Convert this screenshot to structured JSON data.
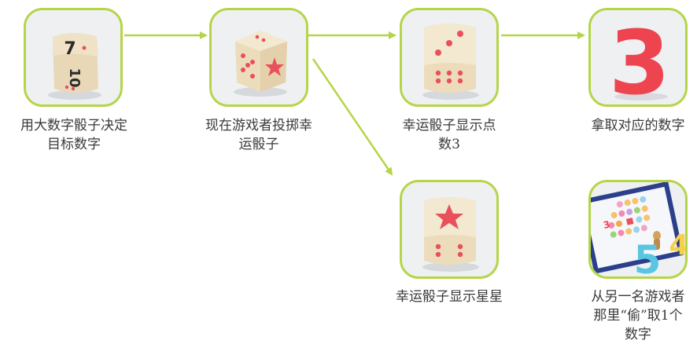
{
  "steps": [
    {
      "id": "big-die",
      "caption": "用大数字骰子决定\n目标数字",
      "die_numbers": [
        "7",
        "10"
      ]
    },
    {
      "id": "lucky-die-throw",
      "caption": "现在游戏者投掷幸\n运骰子"
    },
    {
      "id": "lucky-shows-3",
      "caption": "幸运骰子显示点\n数3"
    },
    {
      "id": "take-number",
      "caption": "拿取对应的数字",
      "number": "3"
    },
    {
      "id": "lucky-shows-star",
      "caption": "幸运骰子显示星星"
    },
    {
      "id": "steal-number",
      "caption": "从另一名游戏者\n那里“偷”取1个\n数字",
      "number": "5"
    }
  ],
  "colors": {
    "tile_border": "#b5d548",
    "arrow": "#b5d548",
    "dot": "#e8505b",
    "number_red": "#ee4450",
    "number_blue": "#5ac5e0"
  },
  "icons": [
    "big-number-die-icon",
    "lucky-die-star-icon",
    "lucky-die-three-icon",
    "number-three-icon",
    "lucky-die-star-top-icon",
    "game-board-icon"
  ]
}
